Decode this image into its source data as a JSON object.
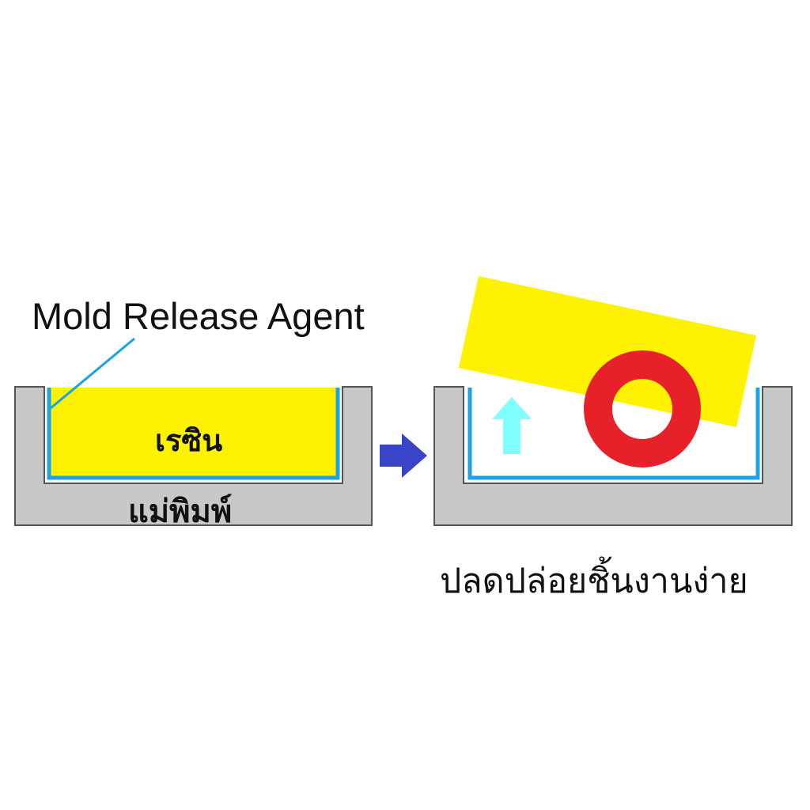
{
  "labels": {
    "agent": "Mold Release Agent",
    "resin": "เรซิน",
    "mold": "แม่พิมพ์",
    "result": "ปลดปล่อยชิ้นงานง่าย"
  },
  "colors": {
    "mold": "#c8c8c8",
    "mold_outline": "#555555",
    "release_agent": "#1aa3e8",
    "resin": "#fff200",
    "part": "#e62129",
    "process_arrow": "#3a44c8",
    "lift_arrow": "#80ffff"
  },
  "icons": {
    "process_arrow": "right-arrow-icon",
    "lift_arrow": "up-arrow-icon"
  }
}
